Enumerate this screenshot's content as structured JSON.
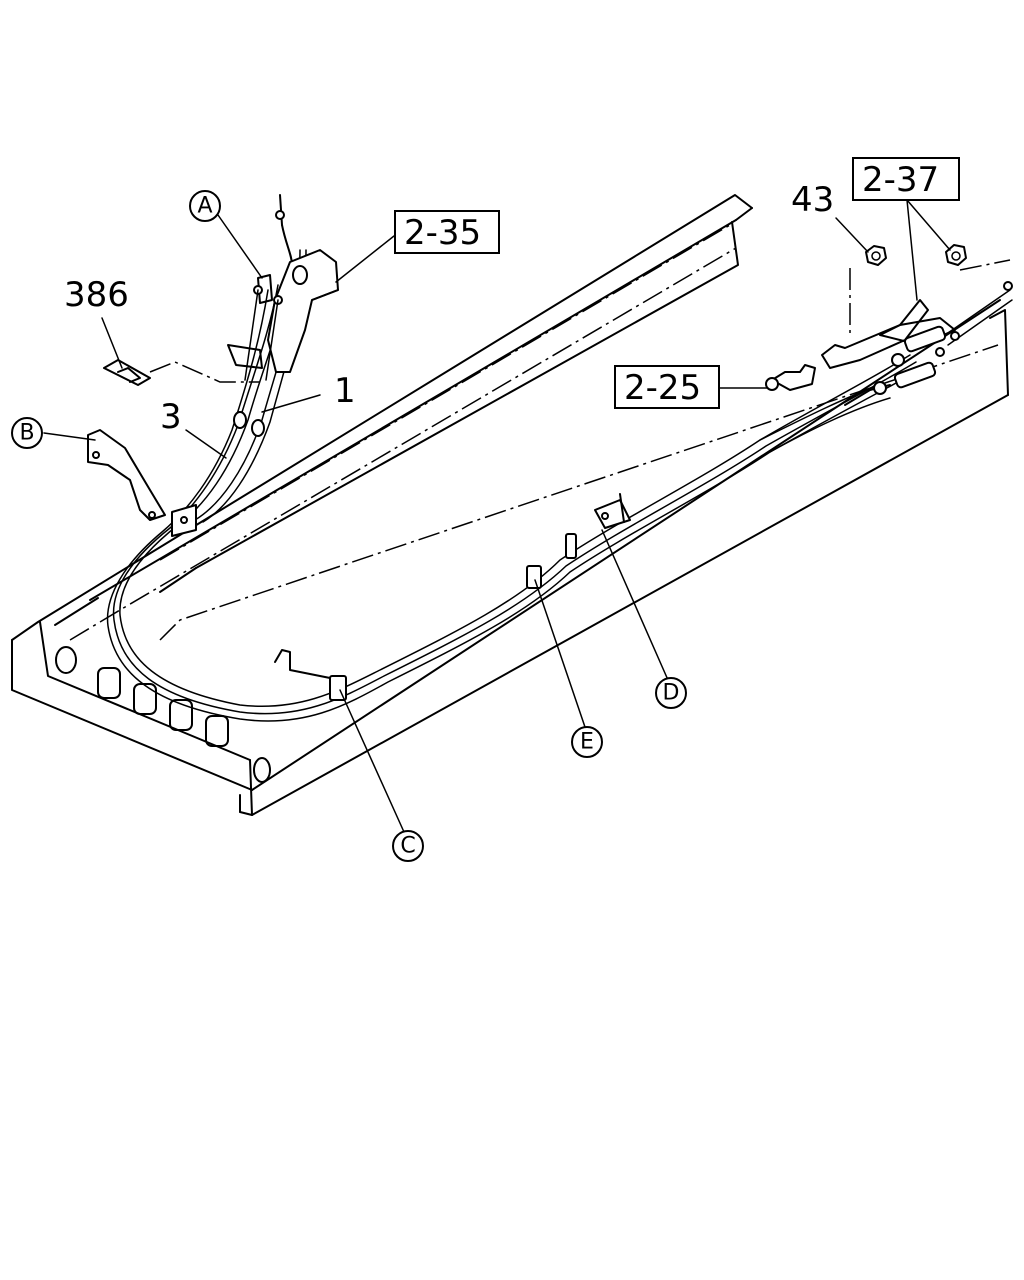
{
  "part_refs": [
    {
      "key": "p386",
      "text": "386"
    },
    {
      "key": "p1",
      "text": "1"
    },
    {
      "key": "p3",
      "text": "3"
    },
    {
      "key": "p43",
      "text": "43"
    }
  ],
  "boxed_refs": [
    {
      "key": "b235",
      "text": "2-35"
    },
    {
      "key": "b237",
      "text": "2-37"
    },
    {
      "key": "b225",
      "text": "2-25"
    }
  ],
  "callouts": [
    {
      "key": "cA",
      "text": "A"
    },
    {
      "key": "cB",
      "text": "B"
    },
    {
      "key": "cC",
      "text": "C"
    },
    {
      "key": "cD",
      "text": "D"
    },
    {
      "key": "cE",
      "text": "E"
    }
  ]
}
